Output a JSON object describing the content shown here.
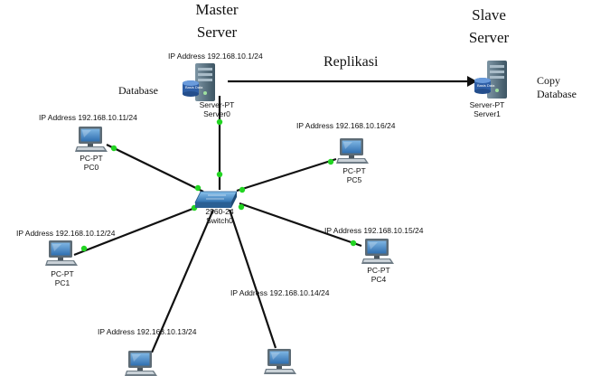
{
  "headings": {
    "master_line1": "Master",
    "master_line2": "Server",
    "slave_line1": "Slave",
    "slave_line2": "Server",
    "replication": "Replikasi",
    "database": "Database",
    "copy_line1": "Copy",
    "copy_line2": "Database"
  },
  "servers": {
    "master": {
      "ip": "IP Address 192.168.10.1/24",
      "type": "Server-PT",
      "name": "Server0",
      "db_text": "Basis Data"
    },
    "slave": {
      "type": "Server-PT",
      "name": "Server1",
      "db_text": "Basis Data"
    }
  },
  "switch": {
    "model": "2960-24",
    "name": "Switch0"
  },
  "pcs": {
    "pc0": {
      "ip": "IP Address 192.168.10.11/24",
      "type": "PC-PT",
      "name": "PC0"
    },
    "pc1": {
      "ip": "IP Address 192.168.10.12/24",
      "type": "PC-PT",
      "name": "PC1"
    },
    "pc5": {
      "ip": "IP Address 192.168.10.16/24",
      "type": "PC-PT",
      "name": "PC5"
    },
    "pc4": {
      "ip": "IP Address 192.168.10.15/24",
      "type": "PC-PT",
      "name": "PC4"
    },
    "pc2": {
      "ip": "IP Address 192.168.10.13/24"
    },
    "pc3": {
      "ip": "IP Address 192.168.10.14/24"
    }
  },
  "colors": {
    "link_dot": "#22d422",
    "screen": "#3f86c4",
    "tower": "#5a7383",
    "switch": "#4f93c9"
  }
}
